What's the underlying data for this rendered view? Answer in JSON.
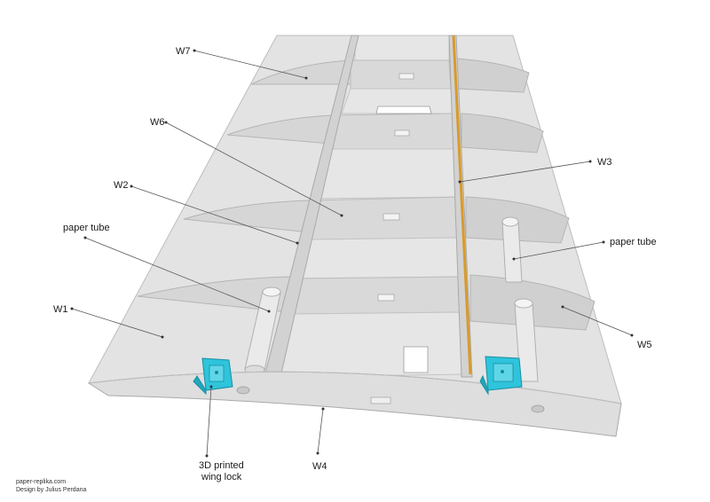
{
  "labels": {
    "w7": "W7",
    "w6": "W6",
    "w2": "W2",
    "paper_tube_left": "paper tube",
    "w1": "W1",
    "w3": "W3",
    "paper_tube_right": "paper tube",
    "w5": "W5",
    "w4": "W4",
    "wing_lock_line1": "3D printed",
    "wing_lock_line2": "wing lock"
  },
  "credits": {
    "site": "paper-replika.com",
    "designer": "Design by Julius Perdana"
  },
  "colors": {
    "skin": "#e2e2e2",
    "rib": "#d0d0d0",
    "spar_web": "#dadada",
    "edge": "#b5b5b5",
    "wing_lock": "#2ec4dc",
    "rear_spar_strip": "#d99a2b"
  }
}
